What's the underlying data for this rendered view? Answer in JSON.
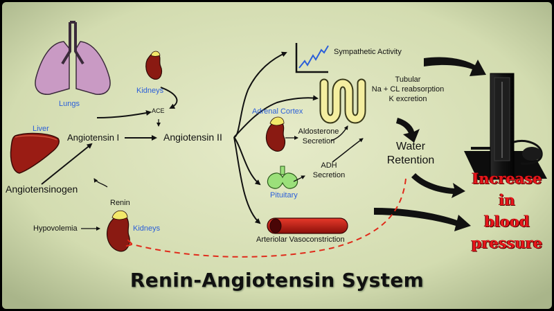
{
  "diagram": {
    "title": "Renin-Angiotensin System",
    "labels": {
      "lungs": "Lungs",
      "kidneys_top": "Kidneys",
      "ace": "ACE",
      "liver": "Liver",
      "angiotensin1": "Angiotensin I",
      "angiotensin2": "Angiotensin II",
      "angiotensinogen": "Angiotensinogen",
      "renin": "Renin",
      "hypovolemia": "Hypovolemia",
      "kidneys_bottom": "Kidneys",
      "sympathetic": "Sympathetic Activity",
      "tubular_1": "Tubular",
      "tubular_2": "Na + CL reabsorption",
      "tubular_3": "K excretion",
      "adrenal": "Adrenal Cortex",
      "aldosterone_1": "Aldosterone",
      "aldosterone_2": "Secretion",
      "adh_1": "ADH",
      "adh_2": "Secretion",
      "pituitary": "Pituitary",
      "water_1": "Water",
      "water_2": "Retention",
      "arteriolar": "Arteriolar Vasoconstriction",
      "increase_1": "Increase",
      "increase_2": "in",
      "increase_3": "blood",
      "increase_4": "pressure"
    },
    "colors": {
      "background": "#d9e0b8",
      "label_blue": "#2b5fd9",
      "result_red": "#e8161b",
      "feedback_arrow": "#e02a1a",
      "organ_red": "#8a1a12",
      "lung_pink": "#c99ac4",
      "pituitary_green": "#9be07a"
    }
  }
}
